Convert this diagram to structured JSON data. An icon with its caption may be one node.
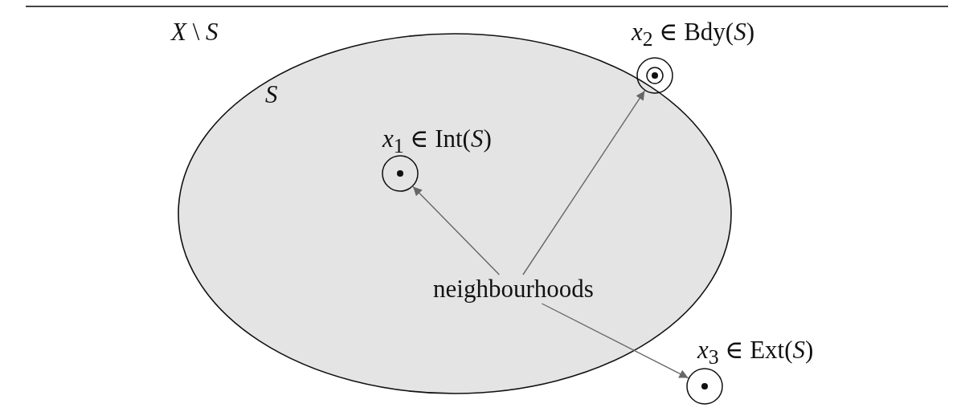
{
  "diagram": {
    "nodes": [
      {
        "text": [
          "S"
        ]
      },
      {
        "text": [],
        "shape": "circle",
        "in": 0,
        "beside": [
          "*x*$_{1}$ ∈ Int(*S*)"
        ]
      },
      {
        "text": [],
        "shape": "circle",
        "beside": [
          "*x*$_{2}$ ∈ Bdy(*S*)"
        ]
      },
      {
        "text": [],
        "shape": "circle",
        "beside": [
          "*x*$_{3}$ ∈ Ext(*S*)"
        ]
      },
      {
        "text": [
          "neighbourhoods"
        ],
        "in": 0
      }
    ],
    "edges": [
      {
        "from": 4,
        "to": 1,
        "arrow": "to"
      },
      {
        "from": 4,
        "to": 2,
        "arrow": "to"
      },
      {
        "from": 4,
        "to": 3,
        "arrow": "to"
      }
    ],
    "labels": [
      "*X* \\ *S*"
    ]
  }
}
